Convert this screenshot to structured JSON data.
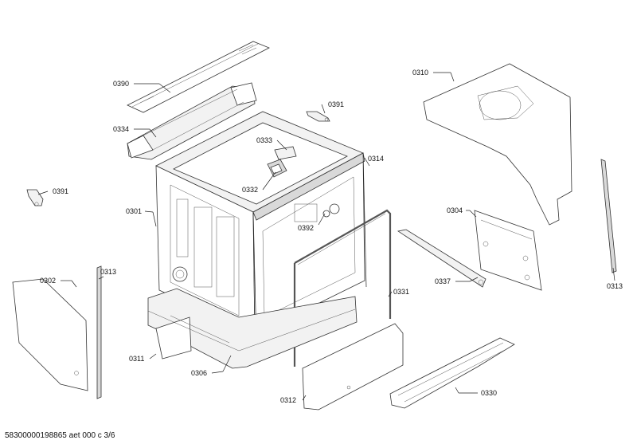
{
  "labels": {
    "p0390": "0390",
    "p0334": "0334",
    "p0391a": "0391",
    "p0391b": "0391",
    "p0333": "0333",
    "p0332": "0332",
    "p0314": "0314",
    "p0310": "0310",
    "p0301": "0301",
    "p0392": "0392",
    "p0304": "0304",
    "p0302": "0302",
    "p0313a": "0313",
    "p0313b": "0313",
    "p0337": "0337",
    "p0331": "0331",
    "p0311": "0311",
    "p0306": "0306",
    "p0312": "0312",
    "p0330": "0330"
  },
  "footer": "58300000198865 aet 000 c 3/6"
}
